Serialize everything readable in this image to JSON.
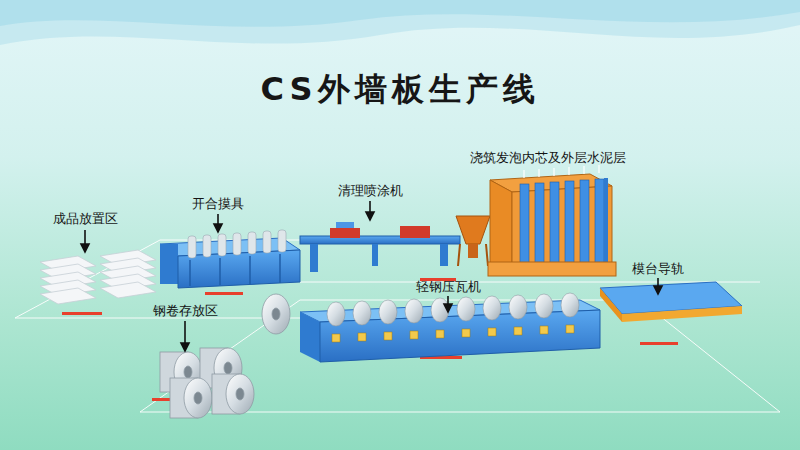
{
  "diagram": {
    "title": "CS外墙板生产线",
    "labels": [
      "成品放置区",
      "开合摸具",
      "清理喷涂机",
      "浇筑发泡内芯及外层水泥层",
      "模台导轨",
      "轻钢压瓦机",
      "钢卷存放区"
    ]
  }
}
